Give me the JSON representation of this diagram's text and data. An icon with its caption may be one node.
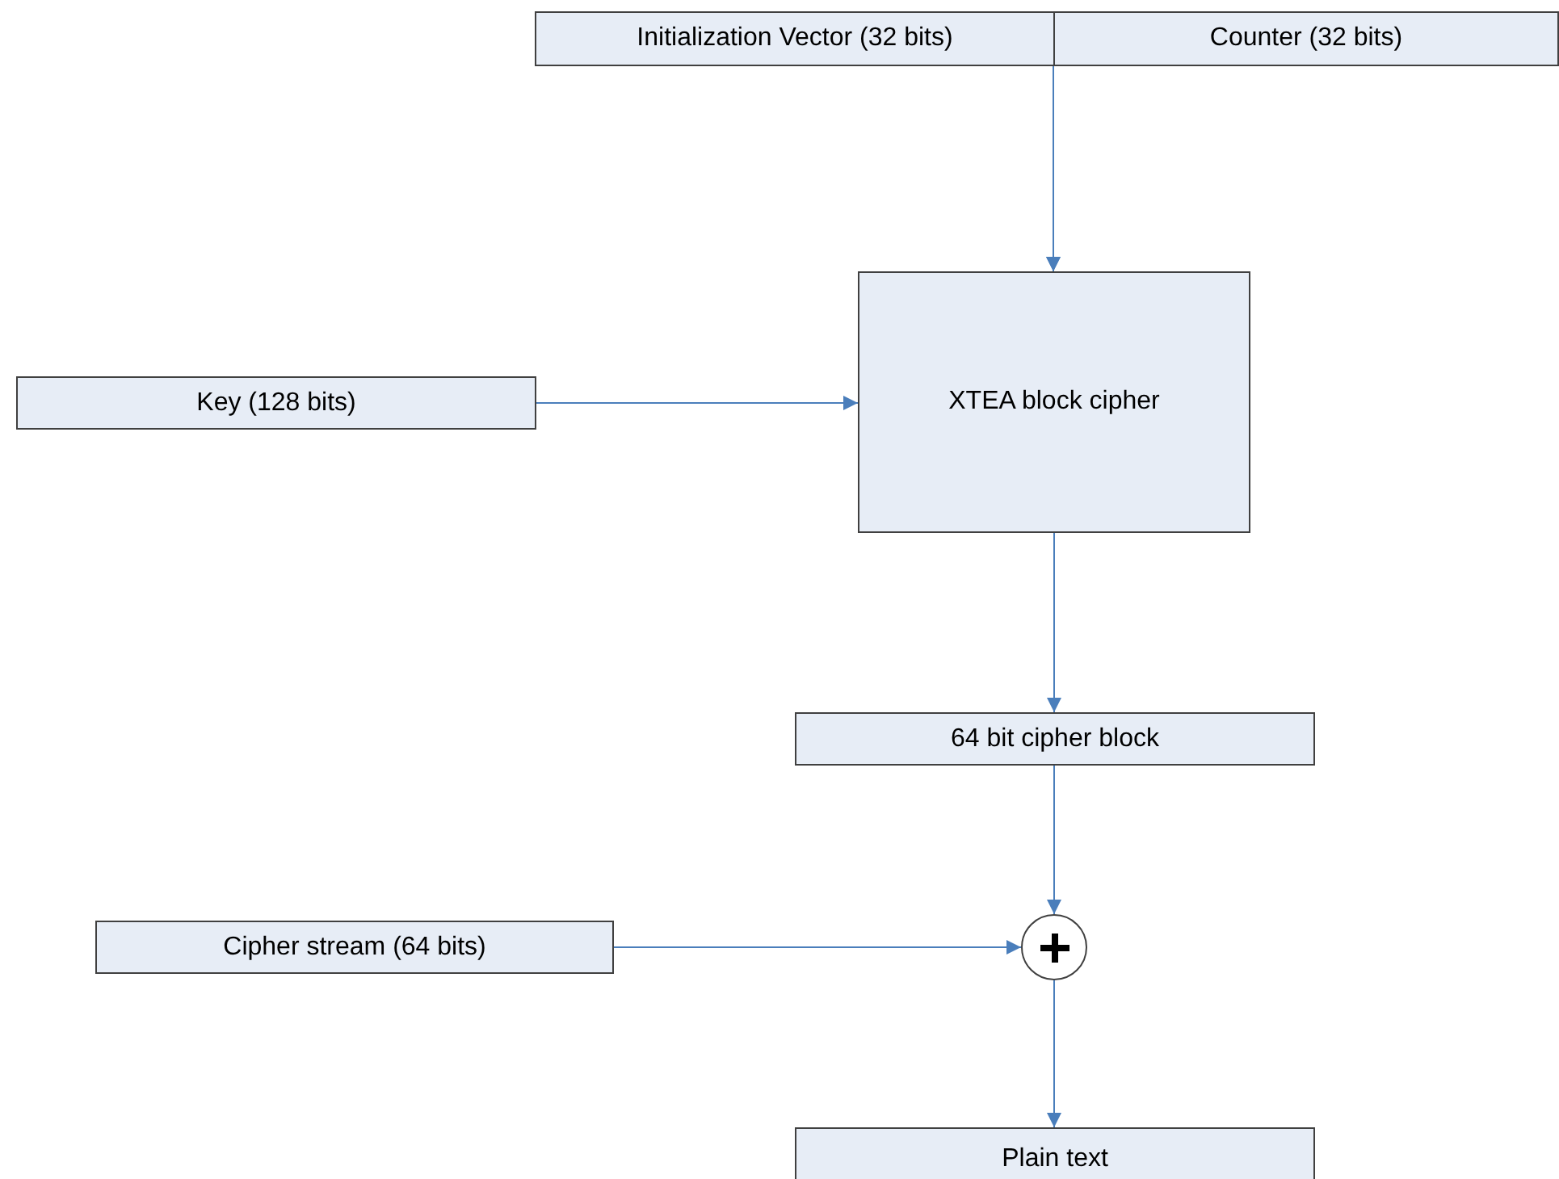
{
  "diagram": {
    "nodes": [
      {
        "text": [
          "Initialization Vector (32 bits)"
        ]
      },
      {
        "text": [
          "Counter (32 bits)"
        ]
      },
      {
        "text": [
          "Key (128 bits)"
        ]
      },
      {
        "text": [
          "XTEA block cipher"
        ]
      },
      {
        "text": [
          "64 bit cipher block"
        ]
      },
      {
        "text": [
          "Cipher stream (64 bits)"
        ]
      },
      {
        "text": [],
        "shape": "circle"
      },
      {
        "text": [
          "Plain text"
        ]
      }
    ],
    "edges": [
      {
        "from": 0,
        "to": 3,
        "arrow": "to"
      },
      {
        "from": 1,
        "to": 3,
        "arrow": "to"
      },
      {
        "from": 2,
        "to": 3,
        "arrow": "to"
      },
      {
        "from": 3,
        "to": 4,
        "arrow": "to"
      },
      {
        "from": 4,
        "to": 6,
        "arrow": "to"
      },
      {
        "from": 5,
        "to": 6,
        "arrow": "to"
      },
      {
        "from": 6,
        "to": 7,
        "arrow": "to"
      }
    ]
  }
}
